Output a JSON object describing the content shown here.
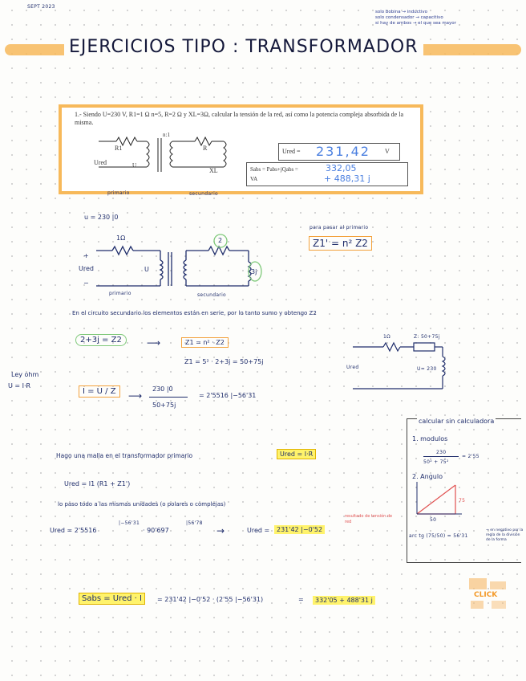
{
  "header": {
    "date": "SEPT 2023",
    "legend_lines": [
      "solo bobina → inductivo",
      "solo condensador → capacitivo",
      "si hay de ambos → el que sea mayor"
    ],
    "title": "EJERCICIOS TIPO : TRANSFORMADOR"
  },
  "problem": {
    "statement": "1.- Siendo U=230 V, R1=1 Ω n=5, R=2 Ω y XL=3Ω, calcular la tensión de la red, así como la potencia compleja absorbida de la misma.",
    "n_label": "n:1",
    "ured_left": "Ured",
    "r1": "R1",
    "u": "U",
    "r": "R",
    "xl": "XL",
    "primary": "primario",
    "secondary": "secundario",
    "ured_field_label": "Ured =",
    "ured_field_value": "231,42",
    "ured_unit": "V",
    "sabs_label": "Sabs = Pabs+jQabs =",
    "sabs_value_1": "332,05",
    "sabs_value_2": "+ 488,31 j",
    "va": "VA"
  },
  "section1": {
    "u_value": "u = 230 |0",
    "r1_label": "1Ω",
    "r2_label": "2",
    "x_label": "3j",
    "plus": "+",
    "minus": "−",
    "ured": "Ured",
    "u": "U",
    "primario": "primario",
    "secundario": "secundario",
    "pass_note": "para pasar al primario",
    "formula": "Z1' = n² Z2"
  },
  "section2": {
    "sentence": "En el circuito secundario los elementos están en serie, por lo tanto sumo y obtengo Z2",
    "z2_eq": "2+3j = Z2",
    "formula_box": "Z1 = n² · Z2",
    "z1_calc": "Z1 = 5² · 2+3j = 50+75j",
    "circuit_r": "1Ω",
    "circuit_z": "Z: 50+75j",
    "circuit_ured": "Ured",
    "circuit_u": "U= 230"
  },
  "ohm": {
    "title": "Ley ohm",
    "formula": "U = I·R",
    "i_formula": "I = U / Z",
    "num": "230 |0",
    "den": "50+75j",
    "result": "= 2'5516 |−56'31"
  },
  "calc_side": {
    "title": "calcular sin calculadora",
    "step1": "1. modulos",
    "mod_num": "230",
    "mod_den": "50² + 75²",
    "mod_res": "= 2'55",
    "step2": "2. Angulo",
    "angle_x": "50",
    "angle_y": "75",
    "arctg": "arc tg (75/50) = 56'31",
    "note": "→ en negativo por la regla de la división de la forma"
  },
  "mesh": {
    "sentence": "Hago una malla en el transformador primario",
    "hl": "Ured = I·R",
    "eq1": "Ured = I1 (R1 + Z1')",
    "eq2": "lo paso todo a las mismas unidades (o polares o complejas)",
    "eq3_left": "Ured = 2'5516",
    "eq3_angle1": "|−56'31",
    "eq3_mid": "· 90'697",
    "eq3_angle2": "|56'78",
    "eq3_arrow": "→",
    "eq3_res_label": "Ured =",
    "eq3_res": "231'42 |−0'52",
    "red_note": "resultado de tensión de red"
  },
  "final": {
    "hl": "Sabs = Ured · I",
    "eq": "= 231'42 |−0'52 · (2'55 |−56'31)",
    "eq_sign": "=",
    "res": "332'05 + 488'31 j",
    "sticker": "CLICK"
  },
  "colors": {
    "accent_orange": "#f7b95a",
    "highlight_yellow": "#fff36b",
    "ink_navy": "#1f2d6b",
    "ink_blue": "#3f6fd1",
    "ink_red": "#e05050",
    "green": "#7fc97a"
  }
}
